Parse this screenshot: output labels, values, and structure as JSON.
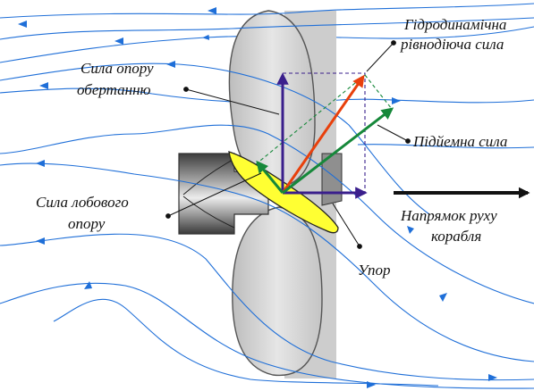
{
  "labels": {
    "hydro_line1": "Гідродинамічна",
    "hydro_line2": "рівнодіюча сила",
    "rot_line1": "Сила опору",
    "rot_line2": "обертанню",
    "lift": "Підйемна сила",
    "drag_line1": "Сила лобового",
    "drag_line2": "опору",
    "direction_line1": "Напрямок руху",
    "direction_line2": "корабля",
    "thrust": "Упор"
  },
  "colors": {
    "background": "#ffffff",
    "flow_lines": "#1f6fd8",
    "blade": "#d9d9d9",
    "hub": "#6f6f6f",
    "blade_section": "#ffff33",
    "resultant_vector": "#e8400c",
    "lift_vector": "#16883a",
    "component_vectors": "#3a1f8c",
    "direction_arrow": "#111111"
  }
}
